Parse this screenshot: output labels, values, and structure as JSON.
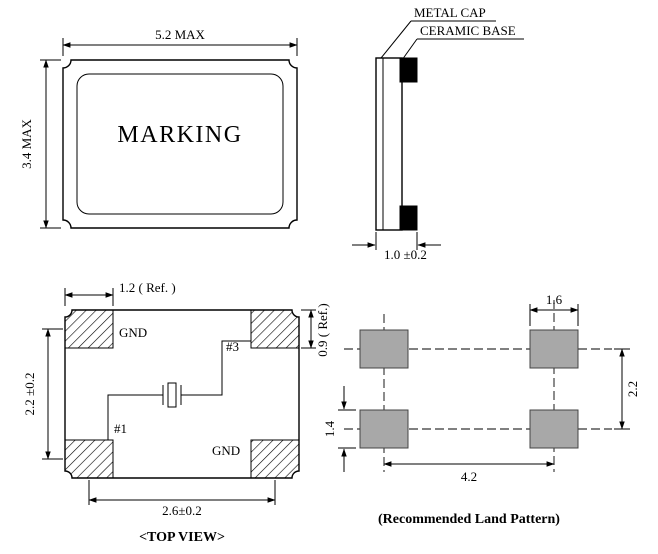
{
  "front_view": {
    "marking_label": "MARKING",
    "dim_width": "5.2 MAX",
    "dim_height": "3.4 MAX"
  },
  "side_view": {
    "label_metal_cap": "METAL CAP",
    "label_ceramic_base": "CERAMIC BASE",
    "dim_thickness": "1.0 ±0.2"
  },
  "top_view": {
    "caption": "<TOP VIEW>",
    "dim_pad_width": "1.2 ( Ref. )",
    "dim_pad_height": "0.9 ( Ref.)",
    "dim_vertical": "2.2 ±0.2",
    "dim_horizontal": "2.6±0.2",
    "pad_top_left_label": "GND",
    "pad_top_right_label": "#3",
    "pad_bottom_left_label": "#1",
    "pad_bottom_right_label": "GND"
  },
  "land_pattern": {
    "caption": "(Recommended Land Pattern)",
    "dim_pad_width": "1.6",
    "dim_row_pitch": "2.2",
    "dim_pad_height": "1.4",
    "dim_col_pitch": "4.2"
  },
  "colors": {
    "line": "#000000",
    "land_pad_fill": "#a8a8a8",
    "terminal_fill": "#000000",
    "background": "#ffffff"
  }
}
